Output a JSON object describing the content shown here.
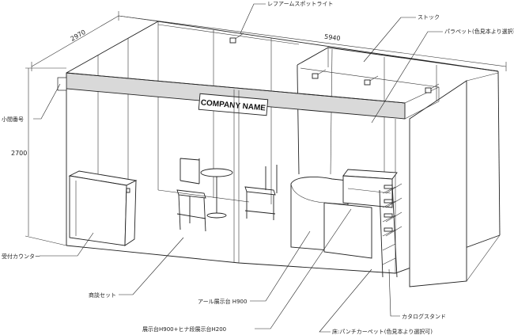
{
  "booth": {
    "company_name": "COMPANY NAME"
  },
  "dimensions": {
    "depth": "2970",
    "width": "5940",
    "height": "2700"
  },
  "labels": {
    "spotlight": "レフアームスポットライト",
    "stock": "ストック",
    "parapet": "パラペット(色見本より選択可)",
    "booth_number": "小間番号",
    "reception_counter": "受付カウンター",
    "meeting_set": "商談セット",
    "curved_display": "アール展示台 H900",
    "display_stand": "展示台H900+ヒナ段展示台H200",
    "catalog_stand": "カタログスタンド",
    "floor_carpet": "床:パンチカーペット(色見本より選択可)"
  },
  "colors": {
    "line": "#222222",
    "fascia": "#d9d9d9",
    "background": "#ffffff"
  }
}
